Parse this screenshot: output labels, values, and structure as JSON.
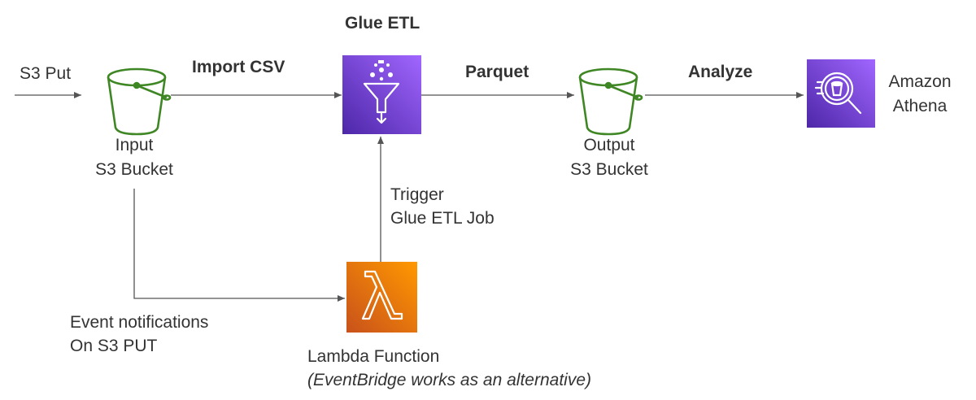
{
  "labels": {
    "s3_put": "S3 Put",
    "import_csv": "Import CSV",
    "glue_etl": "Glue ETL",
    "parquet": "Parquet",
    "analyze": "Analyze",
    "amazon": "Amazon",
    "athena": "Athena",
    "input_line1": "Input",
    "input_line2": "S3 Bucket",
    "output_line1": "Output",
    "output_line2": "S3 Bucket",
    "trigger_line1": "Trigger",
    "trigger_line2": "Glue ETL Job",
    "event_line1": "Event notifications",
    "event_line2": "On S3 PUT",
    "lambda_function": "Lambda Function",
    "eventbridge_note": "(EventBridge works as an alternative)"
  },
  "icons": {
    "input_bucket": "s3-bucket-icon",
    "output_bucket": "s3-bucket-icon",
    "glue": "glue-etl-icon",
    "athena": "athena-icon",
    "lambda": "lambda-icon"
  },
  "colors": {
    "bucket_green": "#3F8624",
    "glue_purple_top": "#945DF2",
    "glue_purple_bottom": "#5A30B5",
    "athena_purple_top": "#945DF2",
    "athena_purple_bottom": "#5A30B5",
    "lambda_orange_top": "#F78E04",
    "lambda_orange_bottom": "#C8511B",
    "arrow": "#555555",
    "text": "#333333"
  }
}
